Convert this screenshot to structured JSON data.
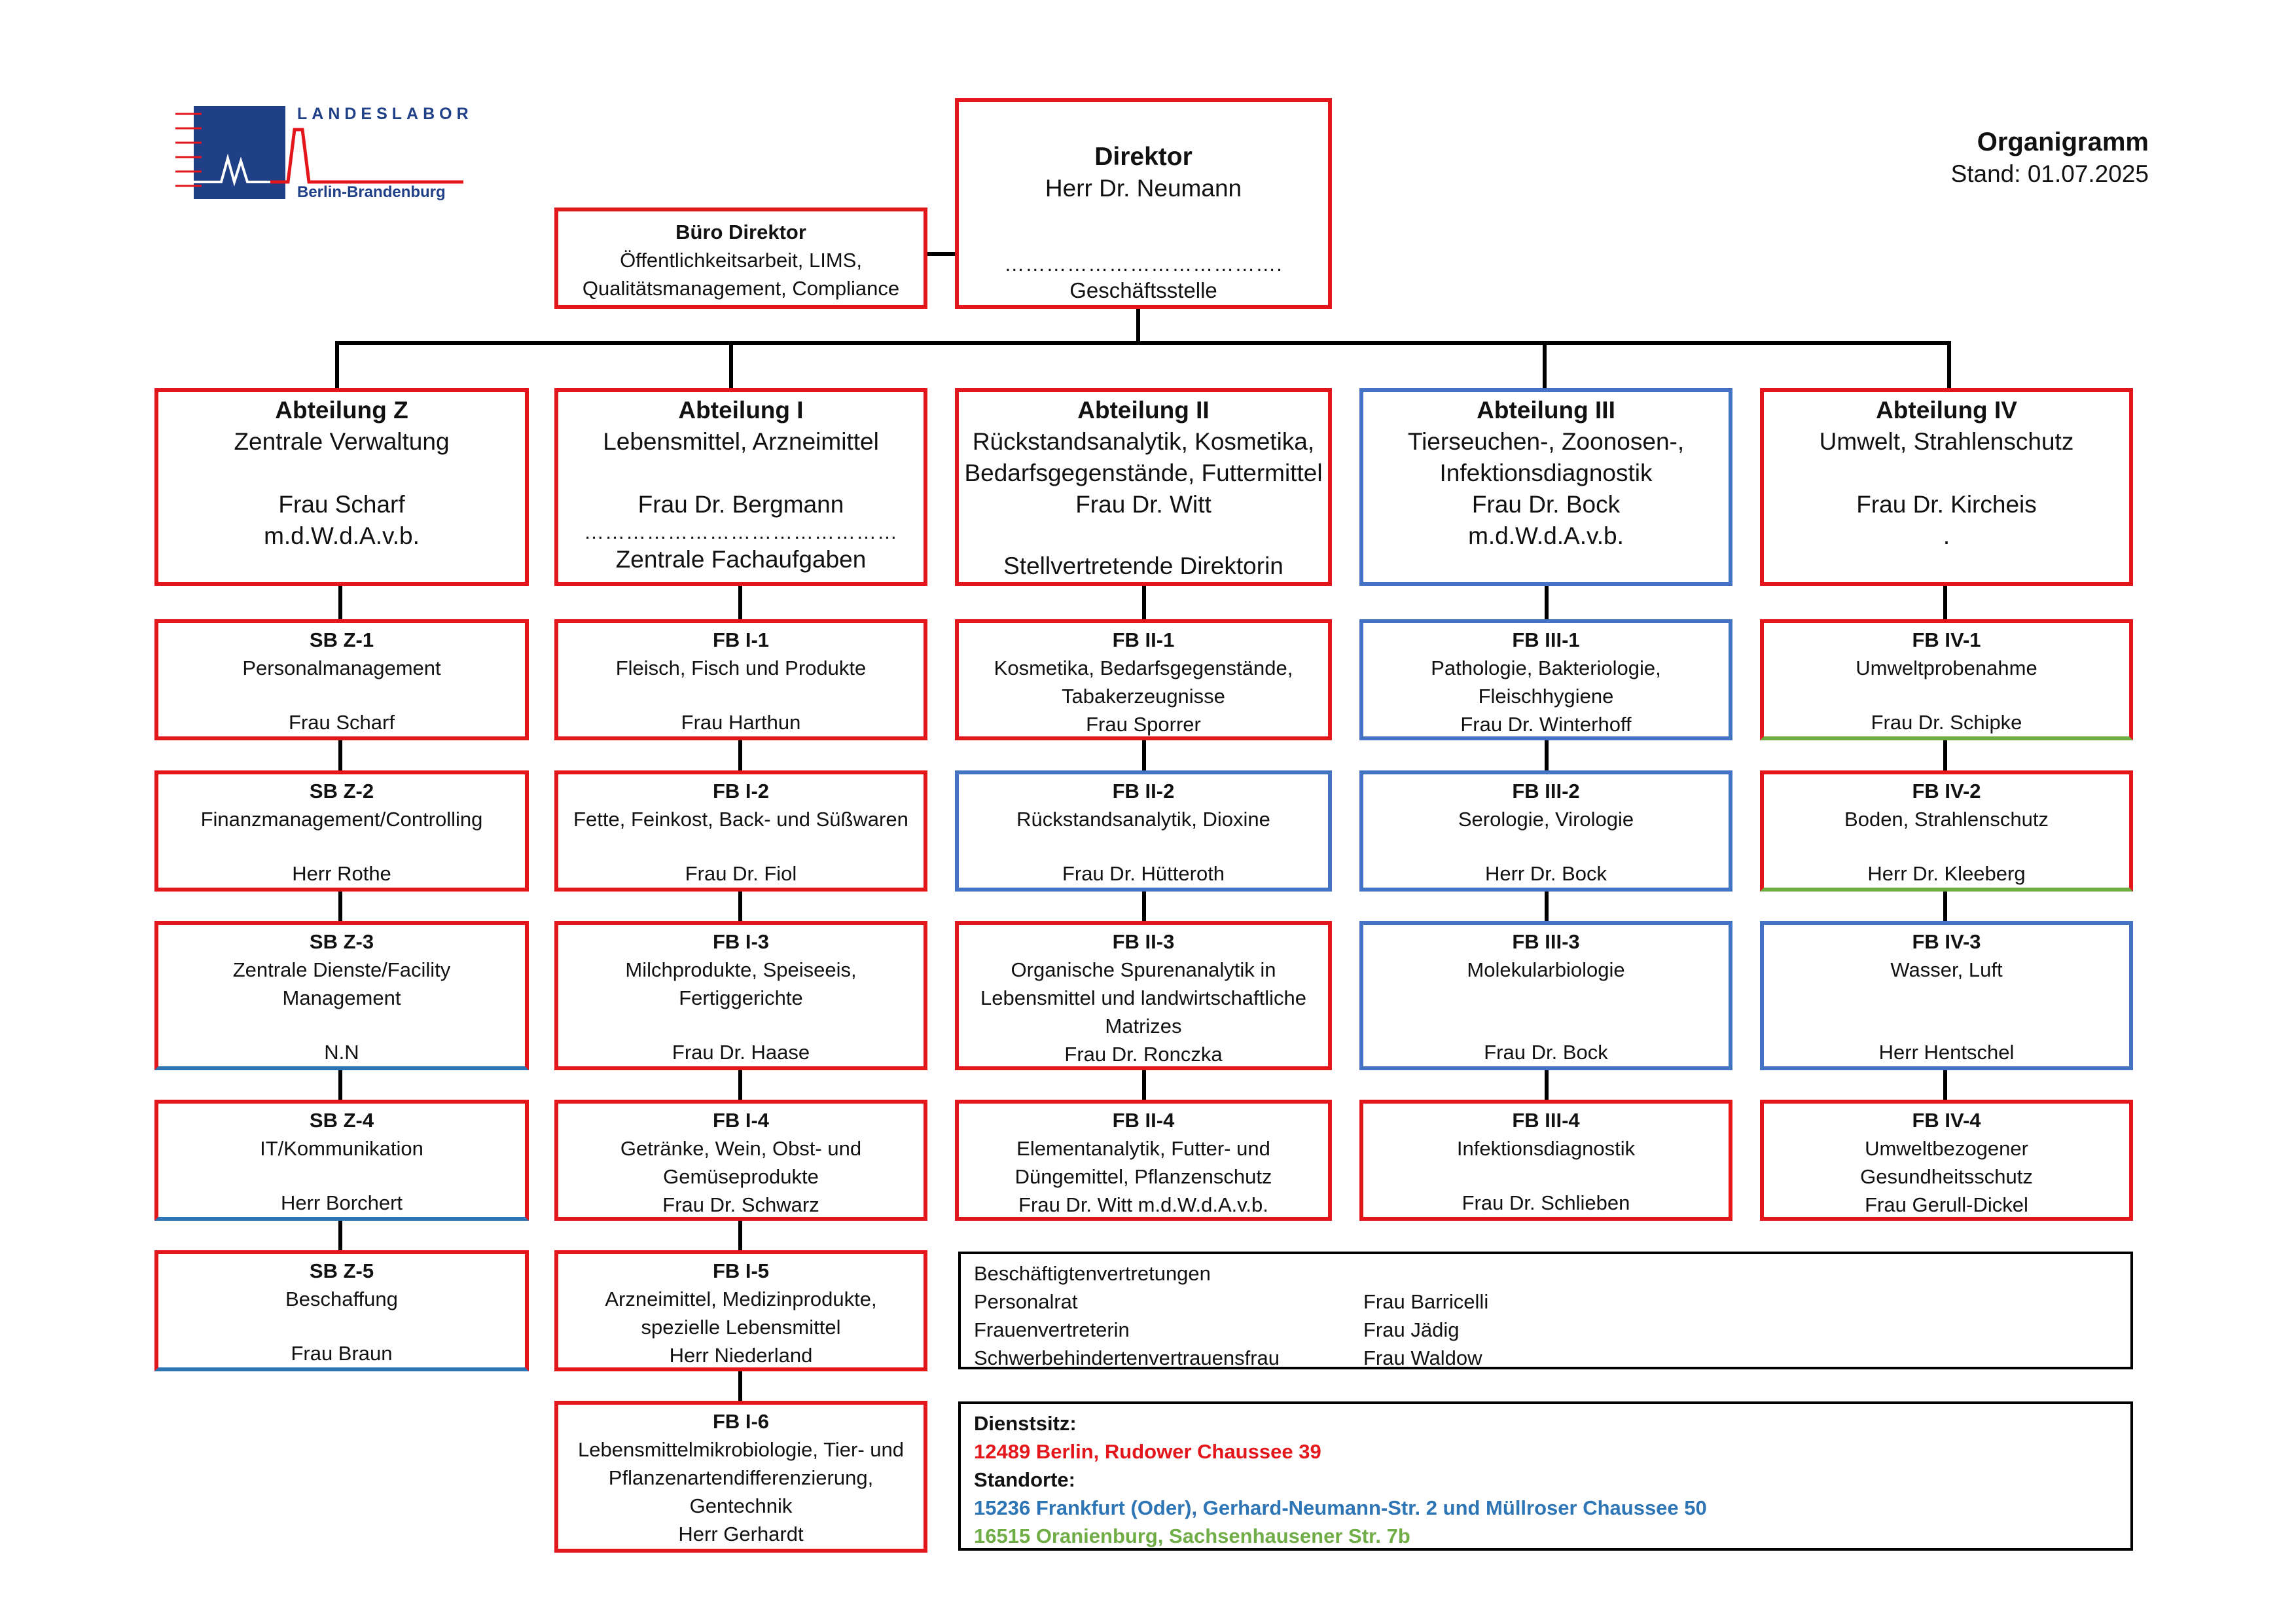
{
  "logo": {
    "title": "LANDESLABOR",
    "subtitle": "Berlin-Brandenburg",
    "color": "#1f3f87",
    "accent": "#e3161b"
  },
  "header": {
    "title": "Organigramm",
    "date": "Stand: 01.07.2025"
  },
  "director": {
    "title": "Direktor",
    "name": "Herr Dr. Neumann",
    "dots": "………………………………….",
    "sub": "Geschäftsstelle"
  },
  "buero": {
    "title": "Büro Direktor",
    "line1": "Öffentlichkeitsarbeit, LIMS,",
    "line2": "Qualitätsmanagement, Compliance"
  },
  "departments": [
    {
      "title": "Abteilung Z",
      "l1": "Zentrale Verwaltung",
      "l2": "",
      "l3": "Frau Scharf",
      "l4": "m.d.W.d.A.v.b.",
      "l5": ""
    },
    {
      "title": "Abteilung I",
      "l1": "Lebensmittel, Arzneimittel",
      "l2": "",
      "l3": "Frau Dr. Bergmann",
      "l4": "………………………………………",
      "l5": "Zentrale Fachaufgaben"
    },
    {
      "title": "Abteilung II",
      "l1": "Rückstandsanalytik, Kosmetika,",
      "l2": "Bedarfsgegenstände, Futtermittel",
      "l3": "Frau Dr. Witt",
      "l4": "",
      "l5": "Stellvertretende Direktorin"
    },
    {
      "title": "Abteilung III",
      "l1": "Tierseuchen-, Zoonosen-,",
      "l2": "Infektionsdiagnostik",
      "l3": "Frau Dr. Bock",
      "l4": "m.d.W.d.A.v.b.",
      "l5": ""
    },
    {
      "title": "Abteilung IV",
      "l1": "Umwelt, Strahlenschutz",
      "l2": "",
      "l3": "Frau Dr. Kircheis",
      "l4": ".",
      "l5": ""
    }
  ],
  "columns": [
    [
      {
        "title": "SB Z-1",
        "l1": "Personalmanagement",
        "l2": "",
        "l3": "Frau Scharf"
      },
      {
        "title": "SB Z-2",
        "l1": "Finanzmanagement/Controlling",
        "l2": "",
        "l3": "Herr Rothe"
      },
      {
        "title": "SB Z-3",
        "l1": "Zentrale Dienste/Facility",
        "l2": "Management",
        "l3": "",
        "l4": "N.N"
      },
      {
        "title": "SB Z-4",
        "l1": "IT/Kommunikation",
        "l2": "",
        "l3": "Herr Borchert"
      },
      {
        "title": "SB Z-5",
        "l1": "Beschaffung",
        "l2": "",
        "l3": "Frau Braun"
      }
    ],
    [
      {
        "title": "FB I-1",
        "l1": "Fleisch, Fisch und Produkte",
        "l2": "",
        "l3": "Frau Harthun"
      },
      {
        "title": "FB I-2",
        "l1": "Fette, Feinkost, Back- und Süßwaren",
        "l2": "",
        "l3": "Frau Dr. Fiol"
      },
      {
        "title": "FB I-3",
        "l1": "Milchprodukte, Speiseeis,",
        "l2": "Fertiggerichte",
        "l3": "",
        "l4": "Frau Dr. Haase"
      },
      {
        "title": "FB I-4",
        "l1": "Getränke, Wein, Obst- und",
        "l2": "Gemüseprodukte",
        "l3": "Frau Dr. Schwarz"
      },
      {
        "title": "FB I-5",
        "l1": "Arzneimittel, Medizinprodukte,",
        "l2": "spezielle Lebensmittel",
        "l3": "Herr Niederland"
      },
      {
        "title": "FB I-6",
        "l1": "Lebensmittelmikrobiologie, Tier- und",
        "l2": "Pflanzenartendifferenzierung,",
        "l3": "Gentechnik",
        "l4": "Herr Gerhardt"
      }
    ],
    [
      {
        "title": "FB II-1",
        "l1": "Kosmetika, Bedarfsgegenstände,",
        "l2": "Tabakerzeugnisse",
        "l3": "Frau Sporrer"
      },
      {
        "title": "FB II-2",
        "l1": "Rückstandsanalytik, Dioxine",
        "l2": "",
        "l3": "Frau Dr. Hütteroth"
      },
      {
        "title": "FB II-3",
        "l1": "Organische Spurenanalytik in",
        "l2": "Lebensmittel und landwirtschaftliche",
        "l3": "Matrizes",
        "l4": "Frau Dr. Ronczka"
      },
      {
        "title": "FB II-4",
        "l1": "Elementanalytik, Futter- und",
        "l2": "Düngemittel, Pflanzenschutz",
        "l3": "Frau Dr. Witt m.d.W.d.A.v.b."
      }
    ],
    [
      {
        "title": "FB III-1",
        "l1": "Pathologie, Bakteriologie,",
        "l2": "Fleischhygiene",
        "l3": "Frau Dr. Winterhoff"
      },
      {
        "title": "FB III-2",
        "l1": "Serologie, Virologie",
        "l2": "",
        "l3": "Herr Dr. Bock"
      },
      {
        "title": "FB III-3",
        "l1": "Molekularbiologie",
        "l2": "",
        "l3": "",
        "l4": "Frau Dr. Bock"
      },
      {
        "title": "FB III-4",
        "l1": "Infektionsdiagnostik",
        "l2": "",
        "l3": "Frau Dr. Schlieben"
      }
    ],
    [
      {
        "title": "FB IV-1",
        "l1": "Umweltprobenahme",
        "l2": "",
        "l3": "Frau Dr. Schipke"
      },
      {
        "title": "FB IV-2",
        "l1": "Boden, Strahlenschutz",
        "l2": "",
        "l3": "Herr Dr. Kleeberg"
      },
      {
        "title": "FB IV-3",
        "l1": "Wasser, Luft",
        "l2": "",
        "l3": "",
        "l4": "Herr Hentschel"
      },
      {
        "title": "FB IV-4",
        "l1": "Umweltbezogener",
        "l2": "Gesundheitsschutz",
        "l3": "Frau Gerull-Dickel"
      }
    ]
  ],
  "representatives": {
    "heading": "Beschäftigtenvertretungen",
    "rows": [
      {
        "role": "Personalrat",
        "name": "Frau Barricelli"
      },
      {
        "role": "Frauenvertreterin",
        "name": "Frau Jädig"
      },
      {
        "role": "Schwerbehindertenvertrauensfrau",
        "name": "Frau Waldow"
      }
    ]
  },
  "locations": {
    "heading": "Dienstsitz:",
    "main": "12489 Berlin, Rudower Chaussee 39",
    "sites_heading": "Standorte:",
    "site1": "15236 Frankfurt (Oder), Gerhard-Neumann-Str. 2 und Müllroser Chaussee 50",
    "site2": "16515 Oranienburg, Sachsenhausener Str. 7b",
    "colors": {
      "main": "#e3161b",
      "site1": "#2e75b6",
      "site2": "#70ad47"
    }
  }
}
